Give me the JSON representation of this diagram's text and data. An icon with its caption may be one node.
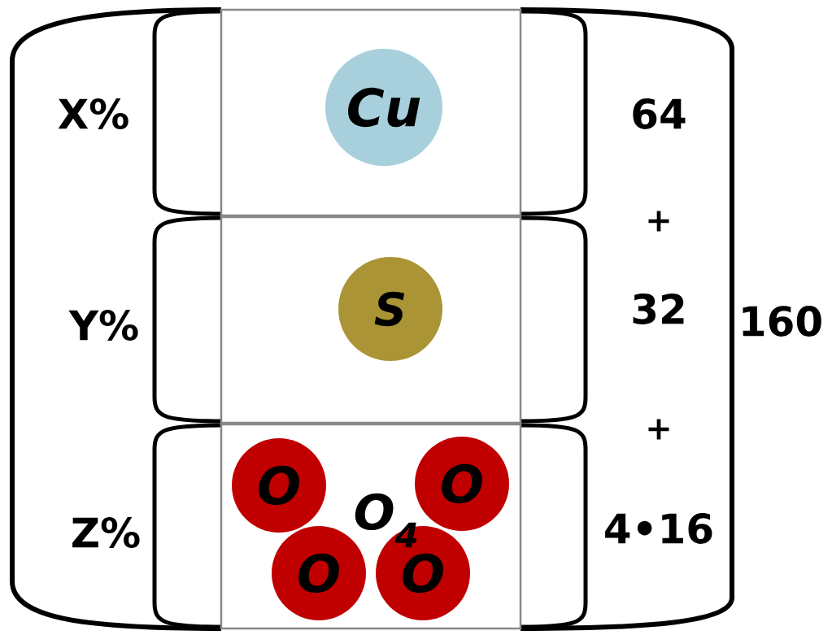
{
  "diagram": {
    "nodes": [
      {
        "text": [],
        "shape": "box"
      },
      {
        "text": [
          "Cu"
        ],
        "in": 0
      },
      {
        "text": [],
        "shape": "box"
      },
      {
        "text": [
          "S"
        ],
        "in": 2
      },
      {
        "text": [],
        "shape": "box"
      },
      {
        "text": [
          "O"
        ],
        "in": 4
      },
      {
        "text": [
          "O"
        ],
        "in": 4
      },
      {
        "text": [
          "O"
        ],
        "in": 4
      },
      {
        "text": [
          "O"
        ],
        "in": 4
      }
    ],
    "labels": [
      "X%",
      "64",
      "+",
      "Y%",
      "32",
      "160",
      "+",
      "O$_{4}$",
      "Z%",
      "4•16"
    ]
  }
}
